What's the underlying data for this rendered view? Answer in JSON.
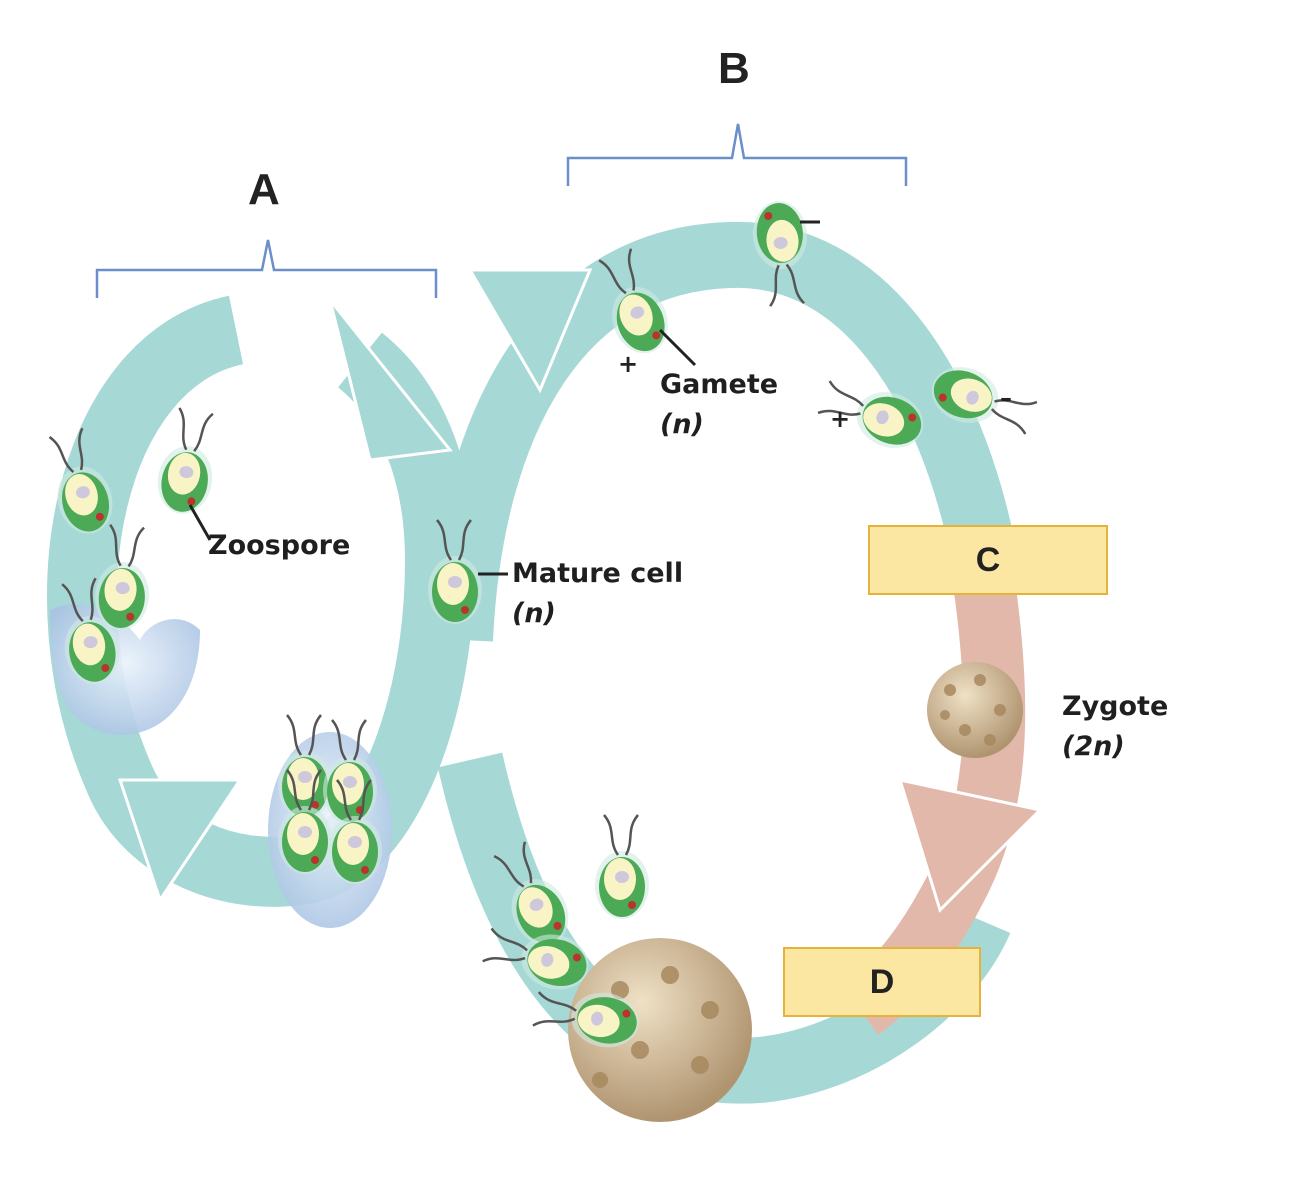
{
  "labels": {
    "a": "A",
    "b": "B",
    "zoospore": "Zoospore",
    "mature_cell": "Mature cell",
    "mature_cell_ploidy": "(n)",
    "gamete": "Gamete",
    "gamete_ploidy": "(n)",
    "zygote": "Zygote",
    "zygote_ploidy": "(2n)",
    "c": "C",
    "d": "D",
    "plus": "+",
    "minus": "–"
  },
  "colors": {
    "haploid_arrow": "#a6d8d6",
    "diploid_arrow": "#e2b8aa",
    "cell_green": "#4fae5b",
    "cell_yellow": "#fbf5c8",
    "zygote_tan": "#c8b08a",
    "box_fill": "#fbe7a1",
    "box_border": "#e3b33c",
    "bracket": "#6b8fc9"
  }
}
